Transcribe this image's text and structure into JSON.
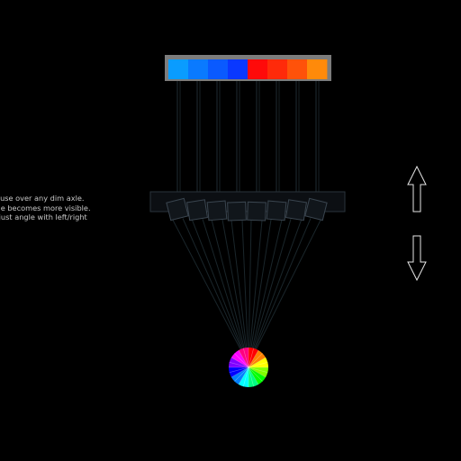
{
  "instructions": "Mouse over any dim axle. Axle becomes more visible. Adjust angle with left/right arrows.",
  "color_bar": {
    "frame_color": "#7c7c7c",
    "segments": [
      "#0a9cff",
      "#0a7aff",
      "#0a5aff",
      "#0a38ff",
      "#ff0a0a",
      "#ff2a0a",
      "#ff520a",
      "#ff8a0a"
    ]
  },
  "axles": {
    "count": 8,
    "angles_deg": [
      -14,
      -9,
      -5,
      -2,
      2,
      5,
      9,
      14
    ]
  },
  "controls": {
    "up_arrow": "arrow-up-icon",
    "down_arrow": "arrow-down-icon"
  },
  "color_wheel": {
    "colors": [
      "#ff0000",
      "#ff8000",
      "#ffff00",
      "#80ff00",
      "#00ff00",
      "#00ff80",
      "#00ffff",
      "#0080ff",
      "#0000ff",
      "#8000ff",
      "#ff00ff",
      "#ff0080"
    ]
  }
}
